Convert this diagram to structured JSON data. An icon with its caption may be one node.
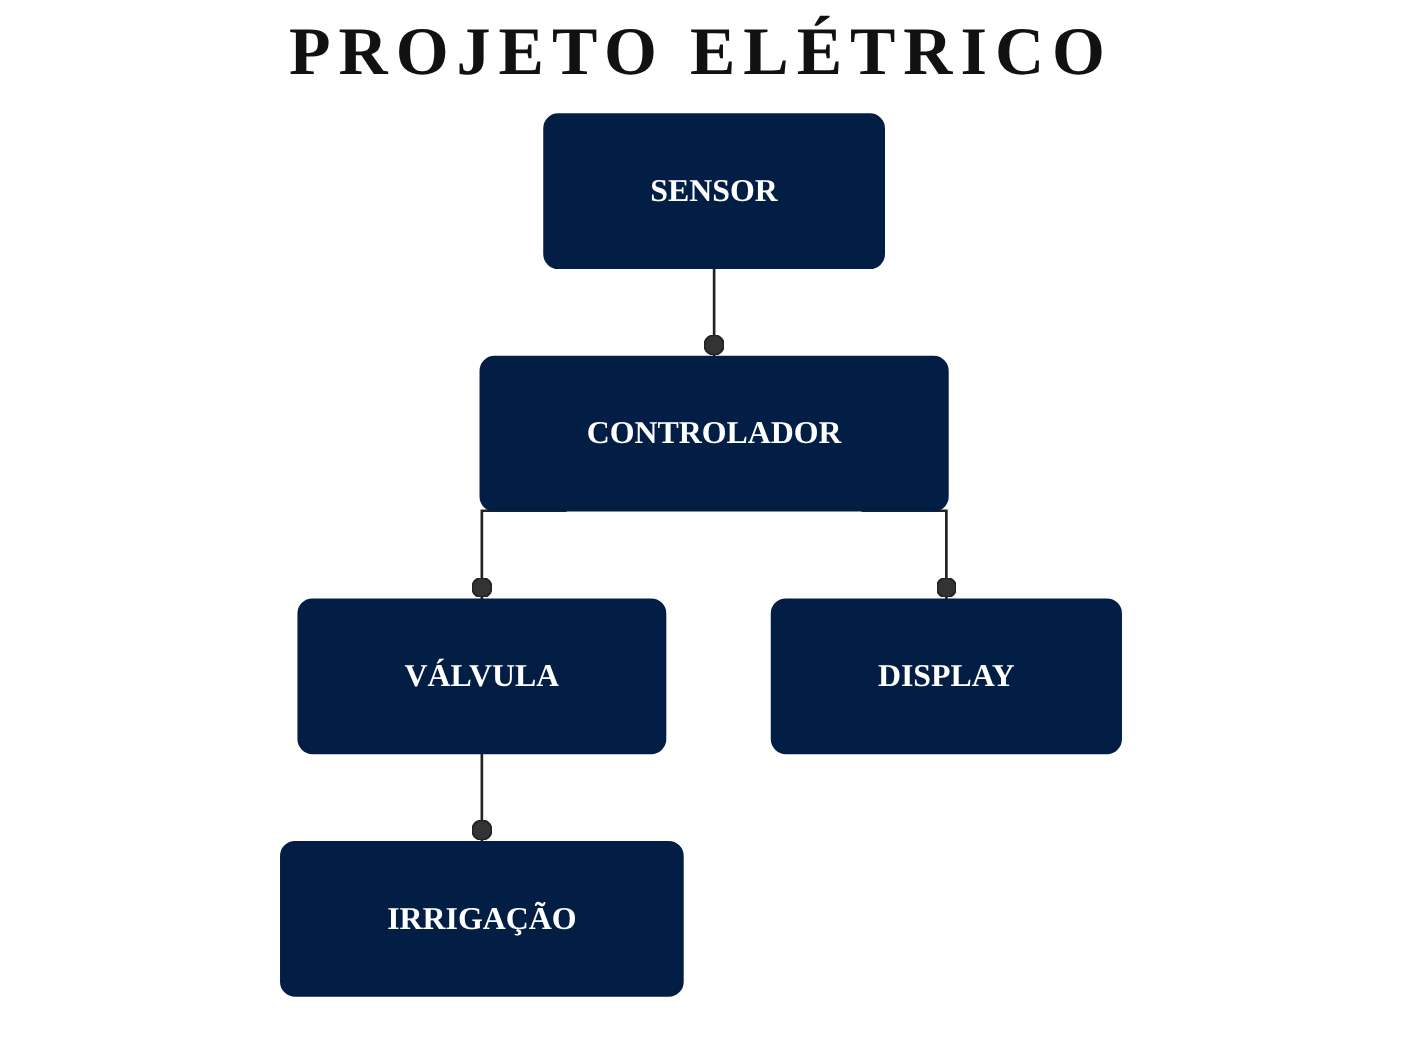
{
  "diagram": {
    "title": "PROJETO ELÉTRICO",
    "nodes": [
      {
        "text": [
          "SENSOR"
        ]
      },
      {
        "text": [
          "CONTROLADOR"
        ]
      },
      {
        "text": [
          "VÁLVULA"
        ]
      },
      {
        "text": [
          "DISPLAY"
        ]
      },
      {
        "text": [
          "IRRIGAÇÃO"
        ]
      }
    ],
    "edges": [
      {
        "from": 0,
        "to": 1,
        "arrow": "other"
      },
      {
        "from": 1,
        "to": 2,
        "arrow": "other"
      },
      {
        "from": 1,
        "to": 3,
        "arrow": "other"
      },
      {
        "from": 2,
        "to": 4,
        "arrow": "other"
      }
    ]
  }
}
